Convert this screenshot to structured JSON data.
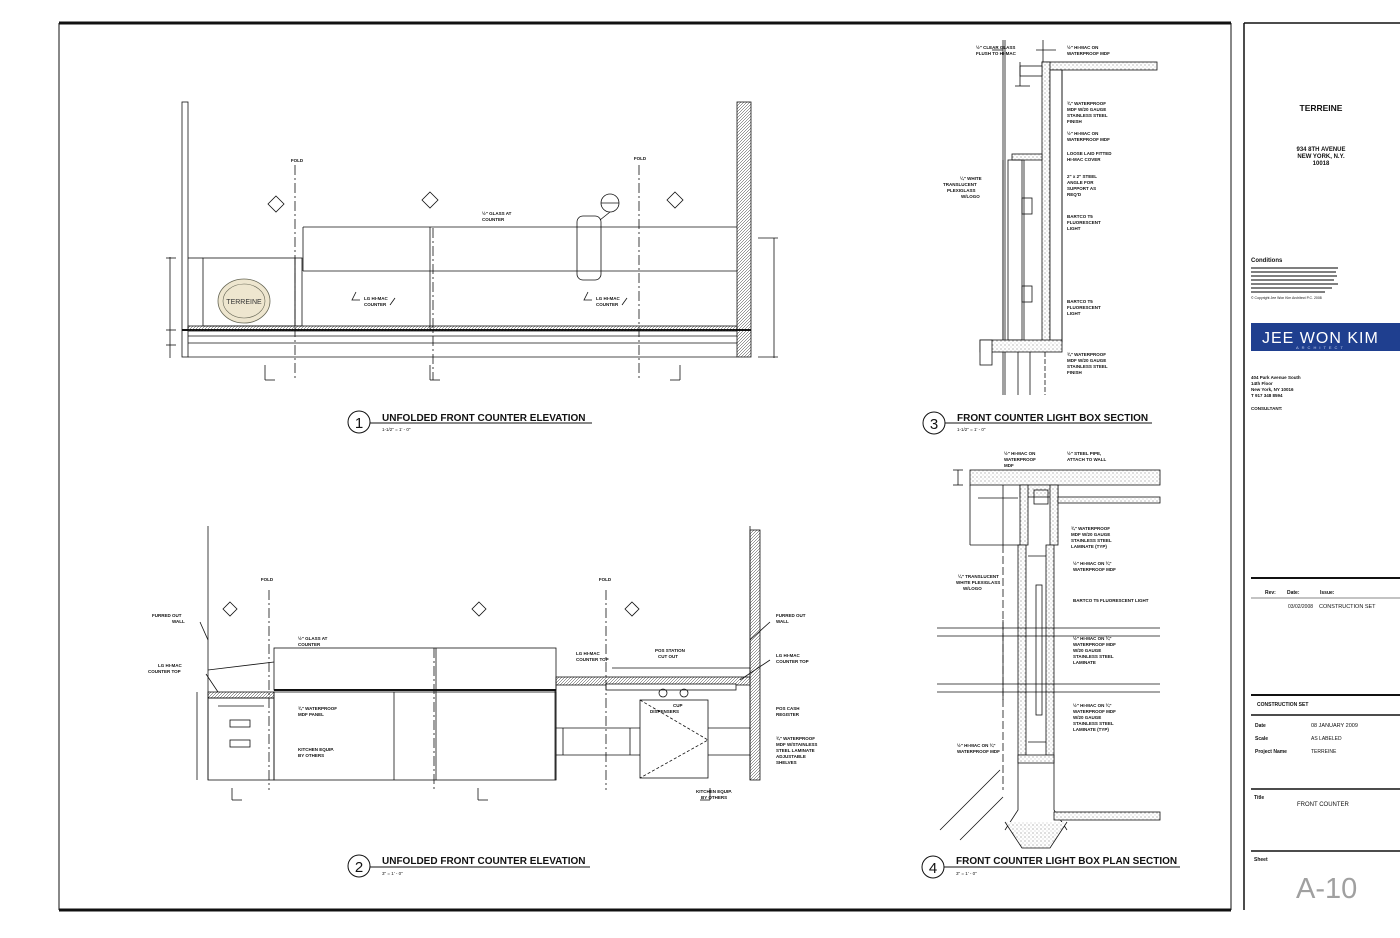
{
  "project": {
    "name": "TERREINE",
    "address_line1": "934 8TH AVENUE",
    "address_line2": "NEW YORK, N.Y.",
    "address_line3": "10018"
  },
  "conditions": {
    "heading": "Conditions",
    "copyright": "© Copyright Jee Won Kim Architect P.C. 2008"
  },
  "firm": {
    "logo_main": "JEE WON KIM",
    "logo_sub": "ARCHITECT",
    "address1": "404 Park Avenue South",
    "address2": "14th Floor",
    "address3": "New York, NY 10016",
    "phone": "T 917 348 8594",
    "consultant_label": "CONSULTANT:"
  },
  "revisions": {
    "headers": [
      "Rev:",
      "Date:",
      "Issue:"
    ],
    "rows": [
      {
        "rev": "",
        "date": "03/02/2008",
        "issue": "CONSTRUCTION SET"
      }
    ]
  },
  "info": {
    "set": "CONSTRUCTION SET",
    "date_label": "Date",
    "date_value": "08 JANUARY 2009",
    "scale_label": "Scale",
    "scale_value": "AS LABELED",
    "project_label": "Project Name",
    "project_value": "TERREINE",
    "title_label": "Title",
    "title_value": "FRONT COUNTER",
    "sheet_label": "Sheet",
    "sheet_number": "A-10"
  },
  "drawings": [
    {
      "number": "1",
      "title": "UNFOLDED FRONT COUNTER ELEVATION",
      "scale": "1-1/2\" = 1' - 0\""
    },
    {
      "number": "2",
      "title": "UNFOLDED FRONT COUNTER ELEVATION",
      "scale": "3\" = 1' - 0\""
    },
    {
      "number": "3",
      "title": "FRONT COUNTER LIGHT BOX SECTION",
      "scale": "1-1/2\" = 1' - 0\""
    },
    {
      "number": "4",
      "title": "FRONT COUNTER LIGHT BOX PLAN SECTION",
      "scale": "3\" = 1' - 0\""
    }
  ],
  "notes": {
    "fold": "FOLD",
    "glass_at_counter_1": "½\" GLASS AT",
    "glass_at_counter_2": "COUNTER",
    "lg_himac_1": "LG HI-MAC",
    "lg_himac_2": "COUNTER",
    "logo_text": "TERREINE",
    "furred_out_1": "FURRED OUT",
    "furred_out_2": "WALL",
    "lg_himac_top_1": "LG HI-MAC",
    "lg_himac_top_2": "COUNTER TOP",
    "mdf_panel_1": "¾\" WATERPROOF",
    "mdf_panel_2": "MDF PANEL",
    "kitchen_equip_1": "KITCHEN EQUIP.",
    "kitchen_equip_2": "BY OTHERS",
    "pos_station_1": "POS STATION",
    "pos_station_2": "CUT OUT",
    "cup_disp_1": "CUP",
    "cup_disp_2": "DISPENSERS",
    "pos_register_1": "POS CASH",
    "pos_register_2": "REGISTER",
    "shelves_1": "¾\" WATERPROOF",
    "shelves_2": "MDF W/STAINLESS",
    "shelves_3": "STEEL LAMINATE",
    "shelves_4": "ADJUSTABLE",
    "shelves_5": "SHELVES",
    "s3_clear_glass_1": "½\" CLEAR GLASS",
    "s3_clear_glass_2": "FLUSH TO HI-MAC",
    "s3_himac_1": "½\" HI-MAC ON",
    "s3_himac_2": "WATERPROOF MDF",
    "s3_wp_1": "¾\" WATERPROOF",
    "s3_wp_2": "MDF W/20 GAUGE",
    "s3_wp_3": "STAINLESS STEEL",
    "s3_wp_4": "FINISH",
    "s3_himac2_1": "½\" HI-MAC ON",
    "s3_himac2_2": "WATERPROOF MDF",
    "s3_loose_1": "LOOSE LAID FITTED",
    "s3_loose_2": "HI-MAC COVER",
    "s3_plexi_1": "¼\" WHITE",
    "s3_plexi_2": "TRANSLUCENT",
    "s3_plexi_3": "PLEXIGLASS",
    "s3_plexi_4": "W/LOGO",
    "s3_angle_1": "2\" x 2\" STEEL",
    "s3_angle_2": "ANGLE FOR",
    "s3_angle_3": "SUPPORT AS",
    "s3_angle_4": "REQ'D",
    "s3_bartco_1": "BARTCO T5",
    "s3_bartco_2": "FLUORESCENT",
    "s3_bartco_3": "LIGHT",
    "s4_himac_1": "½\" HI-MAC ON",
    "s4_himac_2": "WATERPROOF",
    "s4_himac_3": "MDF",
    "s4_pipe_1": "½\" STEEL PIPE,",
    "s4_pipe_2": "ATTACH TO WALL",
    "s4_wp_1": "¾\" WATERPROOF",
    "s4_wp_2": "MDF W/20 GAUGE",
    "s4_wp_3": "STAINLESS STEEL",
    "s4_wp_4": "LAMINATE (TYP)",
    "s4_plexi_1": "¼\" TRANSLUCENT",
    "s4_plexi_2": "WHITE PLEXIGLASS",
    "s4_plexi_3": "W/LOGO",
    "s4_himac_on_1": "½\" HI-MAC ON ¾\"",
    "s4_himac_on_2": "WATERPROOF MDF",
    "s4_bartco": "BARTCO T5 FLUORESCENT LIGHT",
    "s4_lam_1": "½\" HI-MAC ON ¾\"",
    "s4_lam_2": "WATERPROOF MDF",
    "s4_lam_3": "W/20 GAUGE",
    "s4_lam_4": "STAINLESS STEEL",
    "s4_lam_5": "LAMINATE",
    "s4_lam2_5": "LAMINATE (TYP)",
    "s4_bottom_1": "½\" HI-MAC ON ¾\"",
    "s4_bottom_2": "WATERPROOF MDF"
  },
  "colors": {
    "ink": "#111111",
    "logo_bg": "#1f3f8f",
    "sheet_number": "#a0a0a0"
  }
}
